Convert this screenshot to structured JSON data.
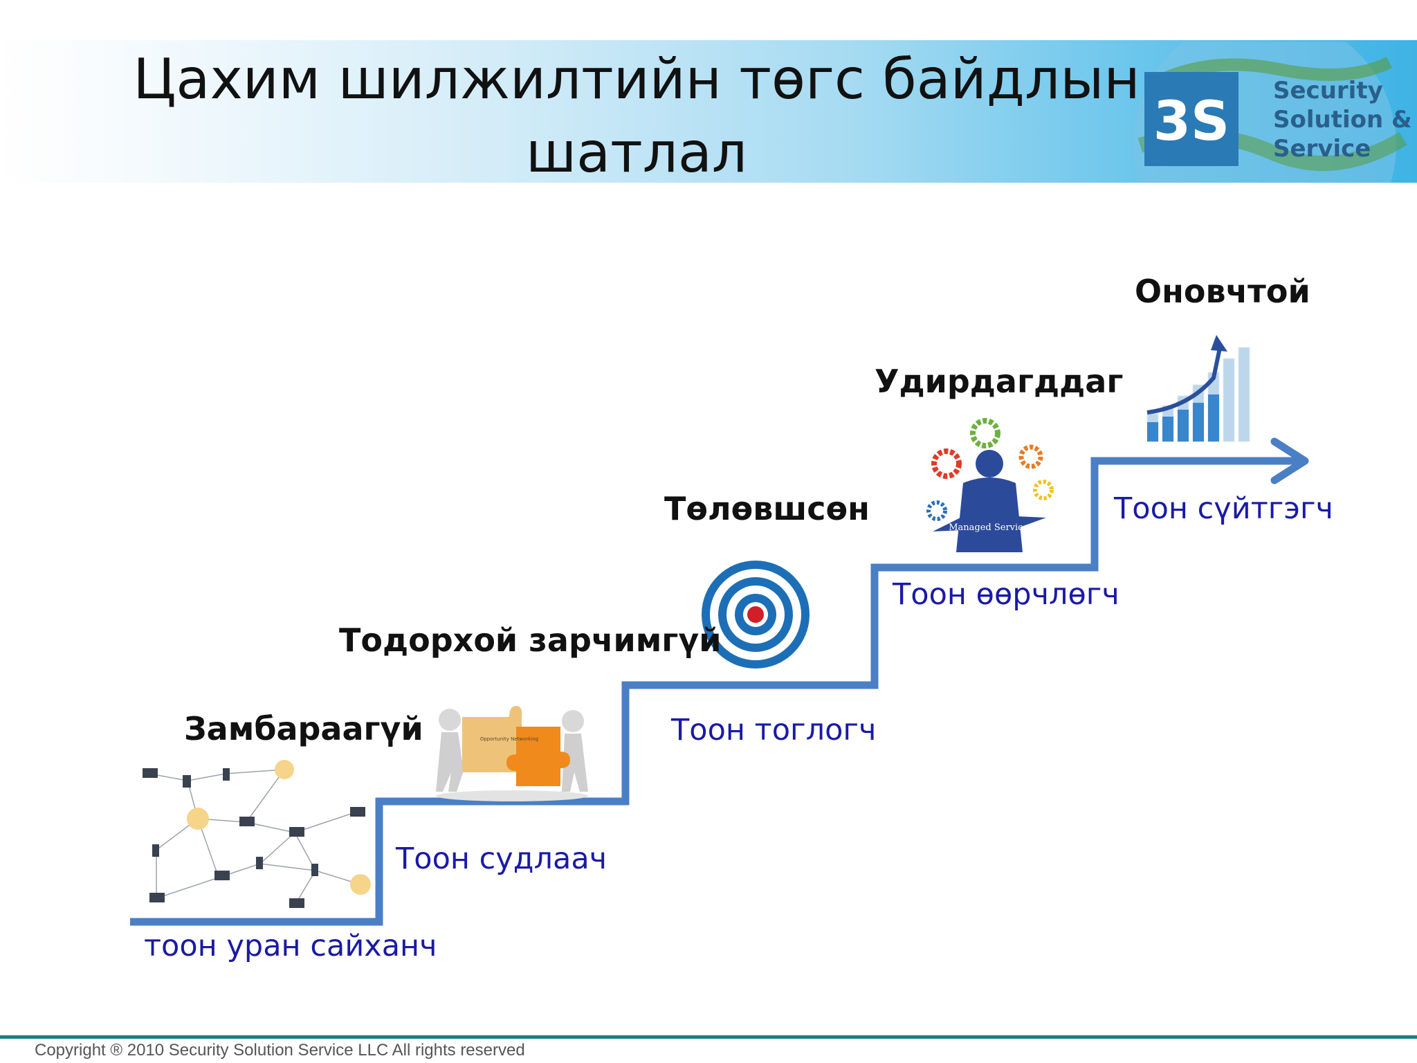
{
  "header": {
    "title": "Цахим шилжилтийн төгс байдлын шатлал"
  },
  "logo": {
    "mark": "3S",
    "line1": "Security",
    "line2": "Solution &",
    "line3": "Service",
    "brand_color": "#2a7ab6"
  },
  "levels": [
    {
      "name": "Замбараагүй",
      "role": "тоон уран сайханч",
      "icon": "network-icon"
    },
    {
      "name": "Тодорхой зарчимгүй",
      "role": "Тоон судлаач",
      "icon": "puzzle-icon",
      "icon_text": "Opportunity Networking"
    },
    {
      "name": "Төлөвшсөн",
      "role": "Тоон тоглогч",
      "icon": "target-icon"
    },
    {
      "name": "Удирдагддаг",
      "role": "Тоон өөрчлөгч",
      "icon": "managed-services-icon",
      "icon_text": "Managed Services"
    },
    {
      "name": "Оновчтой",
      "role": "Тоон сүйтгэгч",
      "icon": "growth-chart-icon"
    }
  ],
  "colors": {
    "stair": "#4a7fc6",
    "role_text": "#1a1aa6",
    "footer_line": "#1f7f86"
  },
  "footer": {
    "copyright": "Copyright ® 2010 Security Solution Service LLC  All rights reserved"
  }
}
